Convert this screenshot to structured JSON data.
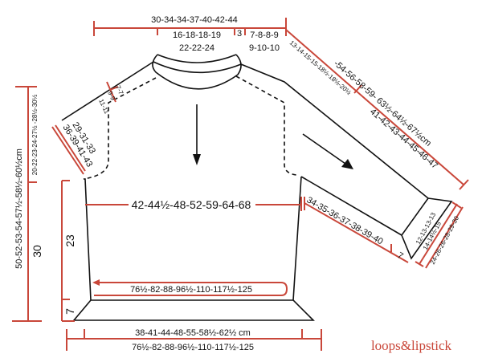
{
  "colors": {
    "measure_line": "#c9473a",
    "outline": "#111111"
  },
  "yoke": {
    "total_width": "30-34-34-37-40-42-44",
    "back_neck_1": "16-18-18-19",
    "back_neck_2": "22-22-24",
    "gap": "3",
    "shoulder_1": "7-8-8-9",
    "shoulder_2": "9-10-10"
  },
  "raglan": {
    "r1": "7-7",
    "r2": "9-9",
    "r3": "11-11",
    "armhole_1": "29-31-33",
    "armhole_2": "36-39-41-43"
  },
  "left_side": {
    "total_length": "50-52-53-54-57½-58½-60½cm",
    "yoke_depth": "20-22-23-24-27½ -28½-30½",
    "body_length": "30",
    "body_straight": "23",
    "rib": "7"
  },
  "body": {
    "width": "42-44½-48-52-59-64-68",
    "round_circ": "76½-82-88-96½-110-117½-125",
    "hem_width": "38-41-44-48-55-58½-62½ cm",
    "hem_circ": "76½-82-88-96½-110-117½-125"
  },
  "sleeve": {
    "raglan_top": "13-14-15-15-18½-18½-20½",
    "length_total": "-54-56-58-59- 63½-64½-67½cm",
    "length_main": "41-42-43-44-45-46-47",
    "underarm": "34-35-36-37-38-39-40",
    "cuff_rib": "7",
    "cuff_1": "12-13-13-13",
    "cuff_2": "14-14½-15",
    "cuff_3": "24-26-26-28-29-30"
  },
  "brand": {
    "logo": "loops&lipstick"
  }
}
